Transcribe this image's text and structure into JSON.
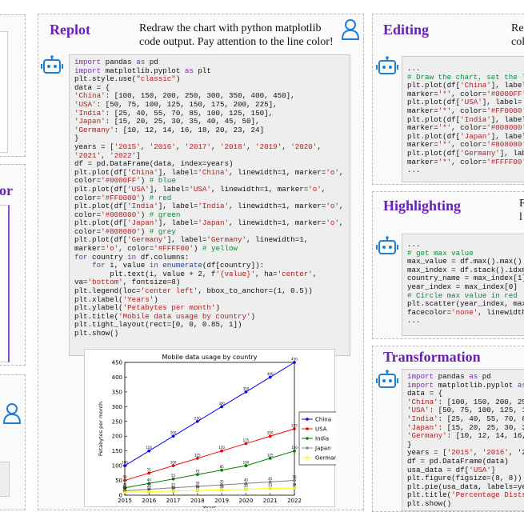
{
  "replot": {
    "title": "Replot",
    "prompt_line1": "Redraw the chart with python matplotlib",
    "prompt_line2": "code output. Pay attention to the line color!",
    "code": [
      [
        [
          "import",
          "kw"
        ],
        [
          " pandas ",
          ""
        ],
        [
          "as",
          "kw"
        ],
        [
          " pd",
          ""
        ]
      ],
      [
        [
          "import",
          "kw"
        ],
        [
          " matplotlib.pyplot ",
          ""
        ],
        [
          "as",
          "kw"
        ],
        [
          " plt",
          ""
        ]
      ],
      [
        [
          "plt.style.use(",
          ""
        ],
        [
          "\"classic\"",
          "str"
        ],
        [
          ")",
          ""
        ]
      ],
      [
        [
          "data = {",
          ""
        ]
      ],
      [
        [
          "'China'",
          "str"
        ],
        [
          ": [100, 150, 200, 250, 300, 350, 400, 450],",
          ""
        ]
      ],
      [
        [
          "'USA'",
          "str"
        ],
        [
          ": [50, 75, 100, 125, 150, 175, 200, 225],",
          ""
        ]
      ],
      [
        [
          "'India'",
          "str"
        ],
        [
          ": [25, 40, 55, 70, 85, 100, 125, 150],",
          ""
        ]
      ],
      [
        [
          "'Japan'",
          "str"
        ],
        [
          ": [15, 20, 25, 30, 35, 40, 45, 50],",
          ""
        ]
      ],
      [
        [
          "'Germany'",
          "str"
        ],
        [
          ": [10, 12, 14, 16, 18, 20, 23, 24]",
          ""
        ]
      ],
      [
        [
          "}",
          ""
        ]
      ],
      [
        [
          "years = [",
          ""
        ],
        [
          "'2015'",
          "str"
        ],
        [
          ", ",
          ""
        ],
        [
          "'2016'",
          "str"
        ],
        [
          ", ",
          ""
        ],
        [
          "'2017'",
          "str"
        ],
        [
          ", ",
          ""
        ],
        [
          "'2018'",
          "str"
        ],
        [
          ", ",
          ""
        ],
        [
          "'2019'",
          "str"
        ],
        [
          ", ",
          ""
        ],
        [
          "'2020'",
          "str"
        ],
        [
          ",",
          ""
        ]
      ],
      [
        [
          "'2021'",
          "str"
        ],
        [
          ", ",
          ""
        ],
        [
          "'2022'",
          "str"
        ],
        [
          "]",
          ""
        ]
      ],
      [
        [
          "df = pd.DataFrame(data, index=years)",
          ""
        ]
      ],
      [
        [
          "plt.plot(df[",
          ""
        ],
        [
          "'China'",
          "str"
        ],
        [
          "], label=",
          ""
        ],
        [
          "'China'",
          "str"
        ],
        [
          ", linewidth=1, marker=",
          ""
        ],
        [
          "'o'",
          "str"
        ],
        [
          ",",
          ""
        ]
      ],
      [
        [
          "color=",
          ""
        ],
        [
          "'#0000FF'",
          "str"
        ],
        [
          ") ",
          ""
        ],
        [
          "# blue",
          "cm"
        ]
      ],
      [
        [
          "plt.plot(df[",
          ""
        ],
        [
          "'USA'",
          "str"
        ],
        [
          "], label=",
          ""
        ],
        [
          "'USA'",
          "str"
        ],
        [
          ", linewidth=1, marker=",
          ""
        ],
        [
          "'o'",
          "str"
        ],
        [
          ",",
          ""
        ]
      ],
      [
        [
          "color=",
          ""
        ],
        [
          "'#FF0000'",
          "str"
        ],
        [
          ") ",
          ""
        ],
        [
          "# red",
          "cm"
        ]
      ],
      [
        [
          "plt.plot(df[",
          ""
        ],
        [
          "'India'",
          "str"
        ],
        [
          "], label=",
          ""
        ],
        [
          "'India'",
          "str"
        ],
        [
          ", linewidth=1, marker=",
          ""
        ],
        [
          "'o'",
          "str"
        ],
        [
          ",",
          ""
        ]
      ],
      [
        [
          "color=",
          ""
        ],
        [
          "'#008000'",
          "str"
        ],
        [
          ") ",
          ""
        ],
        [
          "# green",
          "cm"
        ]
      ],
      [
        [
          "plt.plot(df[",
          ""
        ],
        [
          "'Japan'",
          "str"
        ],
        [
          "], label=",
          ""
        ],
        [
          "'Japan'",
          "str"
        ],
        [
          ", linewidth=1, marker=",
          ""
        ],
        [
          "'o'",
          "str"
        ],
        [
          ",",
          ""
        ]
      ],
      [
        [
          "color=",
          ""
        ],
        [
          "'#808080'",
          "str"
        ],
        [
          ") ",
          ""
        ],
        [
          "# grey",
          "cm"
        ]
      ],
      [
        [
          "plt.plot(df[",
          ""
        ],
        [
          "'Germany'",
          "str"
        ],
        [
          "], label=",
          ""
        ],
        [
          "'Germany'",
          "str"
        ],
        [
          ", linewidth=1,",
          ""
        ]
      ],
      [
        [
          "marker=",
          ""
        ],
        [
          "'o'",
          "str"
        ],
        [
          ", color=",
          ""
        ],
        [
          "'#FFFF00'",
          "str"
        ],
        [
          ") ",
          ""
        ],
        [
          "# yellow",
          "cm"
        ]
      ],
      [
        [
          "for",
          "kw"
        ],
        [
          " country ",
          ""
        ],
        [
          "in",
          "kw"
        ],
        [
          " df.columns:",
          ""
        ]
      ],
      [
        [
          "    ",
          ""
        ],
        [
          "for",
          "kw"
        ],
        [
          " i, value ",
          ""
        ],
        [
          "in",
          "kw"
        ],
        [
          " ",
          ""
        ],
        [
          "enumerate",
          "fn"
        ],
        [
          "(df[country]):",
          ""
        ]
      ],
      [
        [
          "        plt.text(i, value + 2, f",
          ""
        ],
        [
          "'{value}'",
          "str"
        ],
        [
          ", ha=",
          ""
        ],
        [
          "'center'",
          "str"
        ],
        [
          ",",
          ""
        ]
      ],
      [
        [
          "va=",
          ""
        ],
        [
          "'bottom'",
          "str"
        ],
        [
          ", fontsize=8)",
          ""
        ]
      ],
      [
        [
          "plt.legend(loc=",
          ""
        ],
        [
          "'center left'",
          "str"
        ],
        [
          ", bbox_to_anchor=(1, 0.5))",
          ""
        ]
      ],
      [
        [
          "plt.xlabel(",
          ""
        ],
        [
          "'Years'",
          "str"
        ],
        [
          ")",
          ""
        ]
      ],
      [
        [
          "plt.ylabel(",
          ""
        ],
        [
          "'Petabytes per month'",
          "str"
        ],
        [
          ")",
          ""
        ]
      ],
      [
        [
          "plt.title(",
          ""
        ],
        [
          "'Mobile data usage by country'",
          "str"
        ],
        [
          ")",
          ""
        ]
      ],
      [
        [
          "plt.tight_layout(rect=[0, 0, 0.85, 1])",
          ""
        ]
      ],
      [
        [
          "plt.show()",
          ""
        ]
      ]
    ]
  },
  "editing": {
    "title": "Editing",
    "prompt_fragment_1": "Re",
    "prompt_fragment_2": "col",
    "code": [
      [
        [
          "...",
          ""
        ]
      ],
      [
        [
          "# Draw the chart, set the li",
          "cm"
        ]
      ],
      [
        [
          "plt.plot(df[",
          ""
        ],
        [
          "'China'",
          "str"
        ],
        [
          "], label=",
          ""
        ]
      ],
      [
        [
          "marker=",
          ""
        ],
        [
          "'*'",
          "str"
        ],
        [
          ", color=",
          ""
        ],
        [
          "'#0000FF'",
          "str"
        ]
      ],
      [
        [
          "plt.plot(df[",
          ""
        ],
        [
          "'USA'",
          "str"
        ],
        [
          "], label=",
          ""
        ]
      ],
      [
        [
          "marker=",
          ""
        ],
        [
          "'*'",
          "str"
        ],
        [
          ", color=",
          ""
        ],
        [
          "'#FF0000'",
          "str"
        ]
      ],
      [
        [
          "plt.plot(df[",
          ""
        ],
        [
          "'India'",
          "str"
        ],
        [
          "], label=",
          ""
        ]
      ],
      [
        [
          "marker=",
          ""
        ],
        [
          "'*'",
          "str"
        ],
        [
          ", color=",
          ""
        ],
        [
          "'#008000'",
          "str"
        ]
      ],
      [
        [
          "plt.plot(df[",
          ""
        ],
        [
          "'Japan'",
          "str"
        ],
        [
          "], label",
          ""
        ]
      ],
      [
        [
          "marker=",
          ""
        ],
        [
          "'*'",
          "str"
        ],
        [
          ", color=",
          ""
        ],
        [
          "'#808080'",
          "str"
        ]
      ],
      [
        [
          "plt.plot(df[",
          ""
        ],
        [
          "'Germany'",
          "str"
        ],
        [
          "], labe",
          ""
        ]
      ],
      [
        [
          "marker=",
          ""
        ],
        [
          "'*'",
          "str"
        ],
        [
          ", color=",
          ""
        ],
        [
          "'#FFFF00'",
          "str"
        ]
      ],
      [
        [
          "...",
          ""
        ]
      ]
    ]
  },
  "highlighting": {
    "title": "Highlighting",
    "prompt_fragment_1": "F",
    "prompt_fragment_2": "l",
    "code": [
      [
        [
          "...",
          ""
        ]
      ],
      [
        [
          "# get max value",
          "cm"
        ]
      ],
      [
        [
          "max_value = df.max().max()",
          ""
        ]
      ],
      [
        [
          "max_index = df.stack().idxma",
          ""
        ]
      ],
      [
        [
          "country_name = max_index[1]",
          ""
        ]
      ],
      [
        [
          "year_index = max_index[0]",
          ""
        ]
      ],
      [
        [
          "# Circle max value in red",
          "cm"
        ]
      ],
      [
        [
          "plt.scatter(year_index, max_",
          ""
        ]
      ],
      [
        [
          "facecolor=",
          ""
        ],
        [
          "'none'",
          "str"
        ],
        [
          ", linewidth",
          ""
        ]
      ],
      [
        [
          "...",
          ""
        ]
      ]
    ]
  },
  "transformation": {
    "title": "Transformation",
    "code": [
      [
        [
          "import",
          "kw"
        ],
        [
          " pandas ",
          ""
        ],
        [
          "as",
          "kw"
        ],
        [
          " pd",
          ""
        ]
      ],
      [
        [
          "import",
          "kw"
        ],
        [
          " matplotlib.pyplot ",
          ""
        ],
        [
          "as",
          "kw"
        ],
        [
          " p",
          ""
        ]
      ],
      [
        [
          "data = {",
          ""
        ]
      ],
      [
        [
          "'China'",
          "str"
        ],
        [
          ": [100, 150, 200, 250",
          ""
        ]
      ],
      [
        [
          "'USA'",
          "str"
        ],
        [
          ": [50, 75, 100, 125, 15",
          ""
        ]
      ],
      [
        [
          "'India'",
          "str"
        ],
        [
          ": [25, 40, 55, 70, 85",
          ""
        ]
      ],
      [
        [
          "'Japan'",
          "str"
        ],
        [
          ": [15, 20, 25, 30, 35",
          ""
        ]
      ],
      [
        [
          "'Germany'",
          "str"
        ],
        [
          ": [10, 12, 14, 16, 1",
          ""
        ]
      ],
      [
        [
          "}",
          ""
        ]
      ],
      [
        [
          "years = [",
          ""
        ],
        [
          "'2015'",
          "str"
        ],
        [
          ", ",
          ""
        ],
        [
          "'2016'",
          "str"
        ],
        [
          ", ",
          ""
        ],
        [
          "'20",
          ""
        ]
      ],
      [
        [
          "df = pd.DataFrame(data)",
          ""
        ]
      ],
      [
        [
          "usa_data = df[",
          ""
        ],
        [
          "'USA'",
          "str"
        ],
        [
          "]",
          ""
        ]
      ],
      [
        [
          "plt.figure(figsize=(8, 8))",
          ""
        ]
      ],
      [
        [
          "plt.pie(usa_data, labels=yea",
          ""
        ]
      ],
      [
        [
          "plt.title(",
          ""
        ],
        [
          "'Percentage Distri",
          "str"
        ]
      ],
      [
        [
          "plt.show()",
          ""
        ]
      ]
    ]
  },
  "left_panel_fragment": "or",
  "chart_data": {
    "type": "line",
    "title": "Mobile data usage by country",
    "xlabel": "Years",
    "ylabel": "Petabytes per month",
    "x": [
      "2015",
      "2016",
      "2017",
      "2018",
      "2019",
      "2020",
      "2021",
      "2022"
    ],
    "ylim": [
      0,
      450
    ],
    "yticks": [
      0,
      50,
      100,
      150,
      200,
      250,
      300,
      350,
      400,
      450
    ],
    "legend_position": "center right",
    "series": [
      {
        "name": "China",
        "color": "#0000FF",
        "values": [
          100,
          150,
          200,
          250,
          300,
          350,
          400,
          450
        ]
      },
      {
        "name": "USA",
        "color": "#FF0000",
        "values": [
          50,
          75,
          100,
          125,
          150,
          175,
          200,
          225
        ]
      },
      {
        "name": "India",
        "color": "#008000",
        "values": [
          25,
          40,
          55,
          70,
          85,
          100,
          125,
          150
        ]
      },
      {
        "name": "Japan",
        "color": "#808080",
        "values": [
          15,
          20,
          25,
          30,
          35,
          40,
          45,
          50
        ]
      },
      {
        "name": "Germany",
        "color": "#FFFF00",
        "values": [
          10,
          12,
          14,
          16,
          18,
          20,
          23,
          24
        ]
      }
    ]
  }
}
